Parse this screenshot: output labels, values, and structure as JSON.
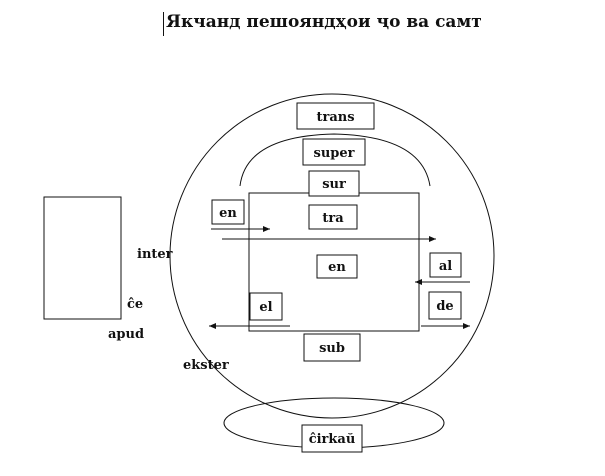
{
  "title": "Якчанд пешояндҳои  ҷо ва самт",
  "labels": {
    "trans": "trans",
    "super": "super",
    "sur": "sur",
    "tra": "tra",
    "en_left": "en",
    "en_center": "en",
    "al": "al",
    "el": "el",
    "de": "de",
    "sub": "sub",
    "inter": "inter",
    "ce": "ĉe",
    "apud": "apud",
    "ekster": "ekster",
    "cirkau": "ĉirkaŭ"
  }
}
